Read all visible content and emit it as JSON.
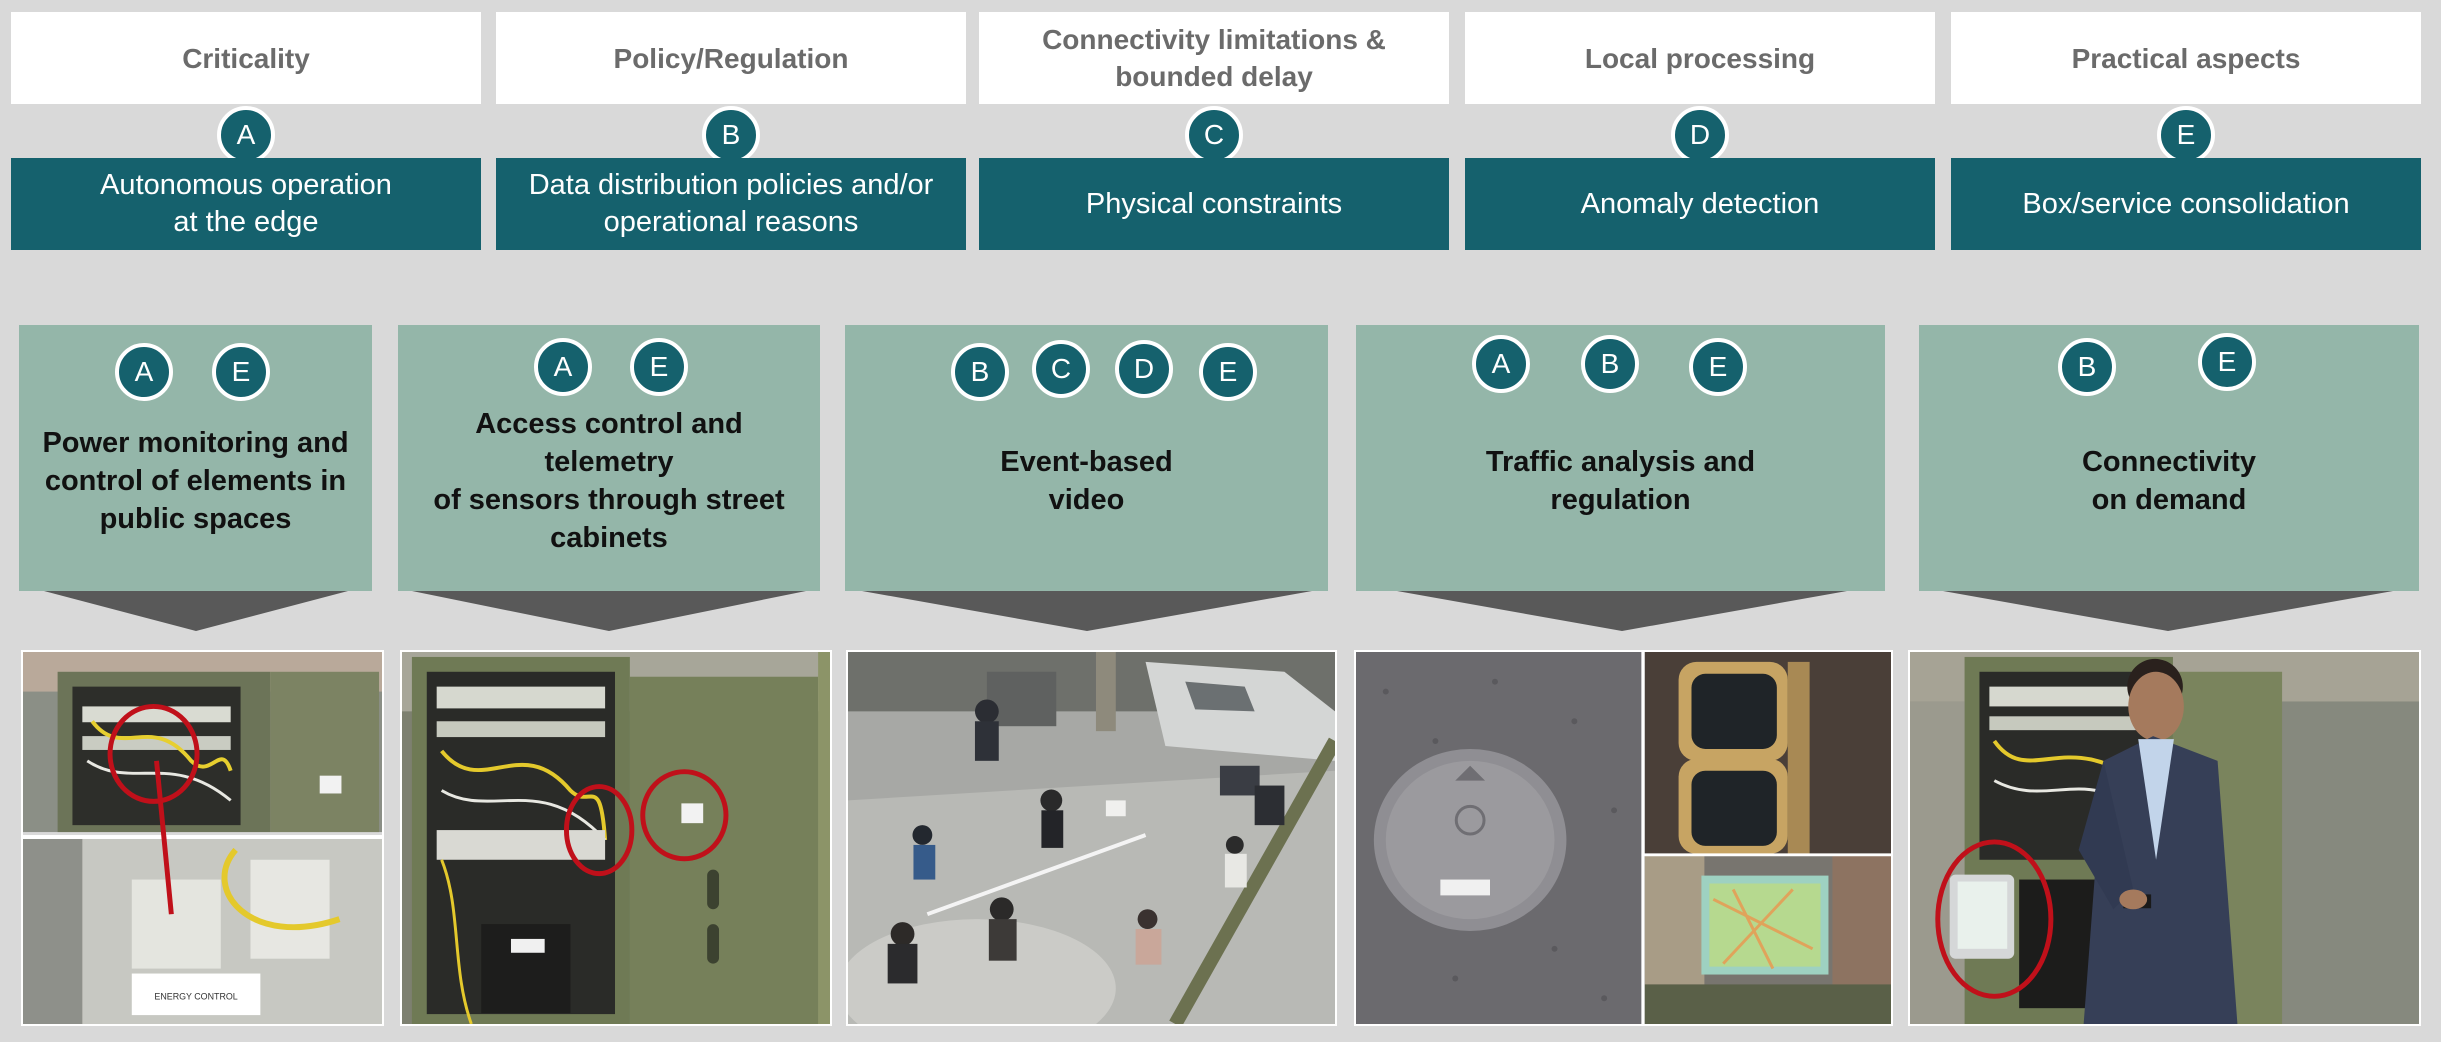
{
  "columns": [
    {
      "header": "Criticality",
      "letter": "A",
      "category": "Autonomous operation\nat the edge"
    },
    {
      "header": "Policy/Regulation",
      "letter": "B",
      "category": "Data distribution policies and/or\noperational reasons"
    },
    {
      "header": "Connectivity limitations &\nbounded delay",
      "letter": "C",
      "category": "Physical constraints"
    },
    {
      "header": "Local processing",
      "letter": "D",
      "category": "Anomaly detection"
    },
    {
      "header": "Practical aspects",
      "letter": "E",
      "category": "Box/service consolidation"
    }
  ],
  "use_cases": [
    {
      "title": "Power monitoring and\ncontrol of elements in\npublic spaces",
      "letters": [
        "A",
        "E"
      ]
    },
    {
      "title": "Access control and telemetry\nof sensors through street\ncabinets",
      "letters": [
        "A",
        "E"
      ]
    },
    {
      "title": "Event-based\nvideo",
      "letters": [
        "B",
        "C",
        "D",
        "E"
      ]
    },
    {
      "title": "Traffic analysis and\nregulation",
      "letters": [
        "A",
        "B",
        "E"
      ]
    },
    {
      "title": "Connectivity\non demand",
      "letters": [
        "B",
        "E"
      ]
    }
  ],
  "photo_labels": {
    "energy_control": "ENERGY CONTROL"
  },
  "colors": {
    "teal": "#15616d",
    "sage": "#94b6a9",
    "background": "#d9d9d9",
    "highlight_ring": "#c0101a"
  }
}
